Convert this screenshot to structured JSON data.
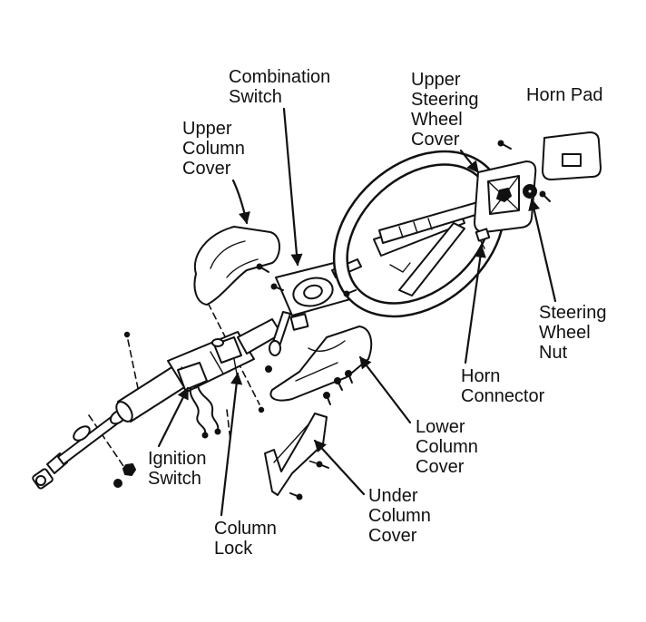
{
  "labels": {
    "combination_switch": [
      "Combination",
      "Switch"
    ],
    "upper_column_cover": [
      "Upper",
      "Column",
      "Cover"
    ],
    "upper_steering_wheel_cover": [
      "Upper",
      "Steering",
      "Wheel",
      "Cover"
    ],
    "horn_pad": [
      "Horn Pad"
    ],
    "steering_wheel_nut": [
      "Steering",
      "Wheel",
      "Nut"
    ],
    "horn_connector": [
      "Horn",
      "Connector"
    ],
    "lower_column_cover": [
      "Lower",
      "Column",
      "Cover"
    ],
    "ignition_switch": [
      "Ignition",
      "Switch"
    ],
    "column_lock": [
      "Column",
      "Lock"
    ],
    "under_column_cover": [
      "Under",
      "Column",
      "Cover"
    ]
  },
  "colors": {
    "ink": "#111111",
    "paper": "#ffffff"
  }
}
